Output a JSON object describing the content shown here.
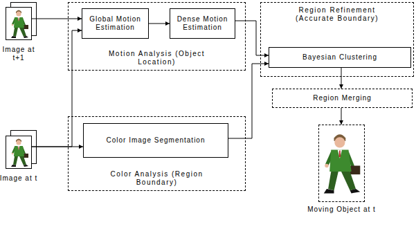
{
  "diagram": {
    "nodes": [
      {
        "text": [
          "Image at t+1"
        ]
      },
      {
        "text": [
          "Motion Analysis (Object Location)"
        ]
      },
      {
        "text": [
          "Global Motion Estimation"
        ],
        "in": 1
      },
      {
        "text": [
          "Dense Motion Estimation"
        ],
        "in": 1
      },
      {
        "text": [
          "Region Refinement (Accurate Boundary)"
        ]
      },
      {
        "text": [
          "Bayesian Clustering"
        ],
        "in": 4
      },
      {
        "text": [
          "Image at t"
        ]
      },
      {
        "text": [
          "Color Analysis (Region Boundary)"
        ]
      },
      {
        "text": [
          "Color Image Segmentation"
        ],
        "in": 7
      },
      {
        "text": [
          "Region Merging"
        ]
      },
      {
        "text": [
          "Moving Object at t"
        ]
      }
    ],
    "edges": [
      {
        "from": 0,
        "to": 2,
        "arrow": "to"
      },
      {
        "from": 6,
        "to": 2,
        "arrow": "to"
      },
      {
        "from": 6,
        "to": 8,
        "arrow": "to"
      },
      {
        "from": 2,
        "to": 3,
        "arrow": "to"
      },
      {
        "from": 3,
        "to": 5,
        "arrow": "to"
      },
      {
        "from": 8,
        "to": 5,
        "arrow": "to"
      },
      {
        "from": 5,
        "to": 9,
        "arrow": "to"
      },
      {
        "from": 9,
        "to": 10,
        "arrow": "to"
      }
    ]
  }
}
